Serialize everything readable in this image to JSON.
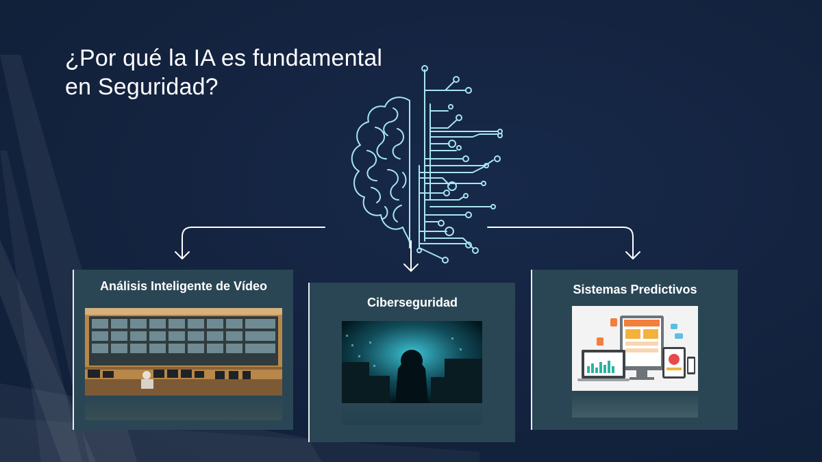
{
  "slide": {
    "title_line1": "¿Por qué la IA es fundamental",
    "title_line2": "en Seguridad?"
  },
  "graphic": {
    "icon": "brain-circuit-icon",
    "stroke_color": "#a8e6f0"
  },
  "cards": [
    {
      "title": "Análisis Inteligente de Vídeo",
      "image": "video-control-room-image"
    },
    {
      "title": "Ciberseguridad",
      "image": "hacker-code-image"
    },
    {
      "title": "Sistemas Predictivos",
      "image": "devices-dashboard-image"
    }
  ],
  "colors": {
    "background": "#13223d",
    "card": "#2a4654",
    "accent": "#a8e6f0",
    "text": "#ffffff"
  }
}
